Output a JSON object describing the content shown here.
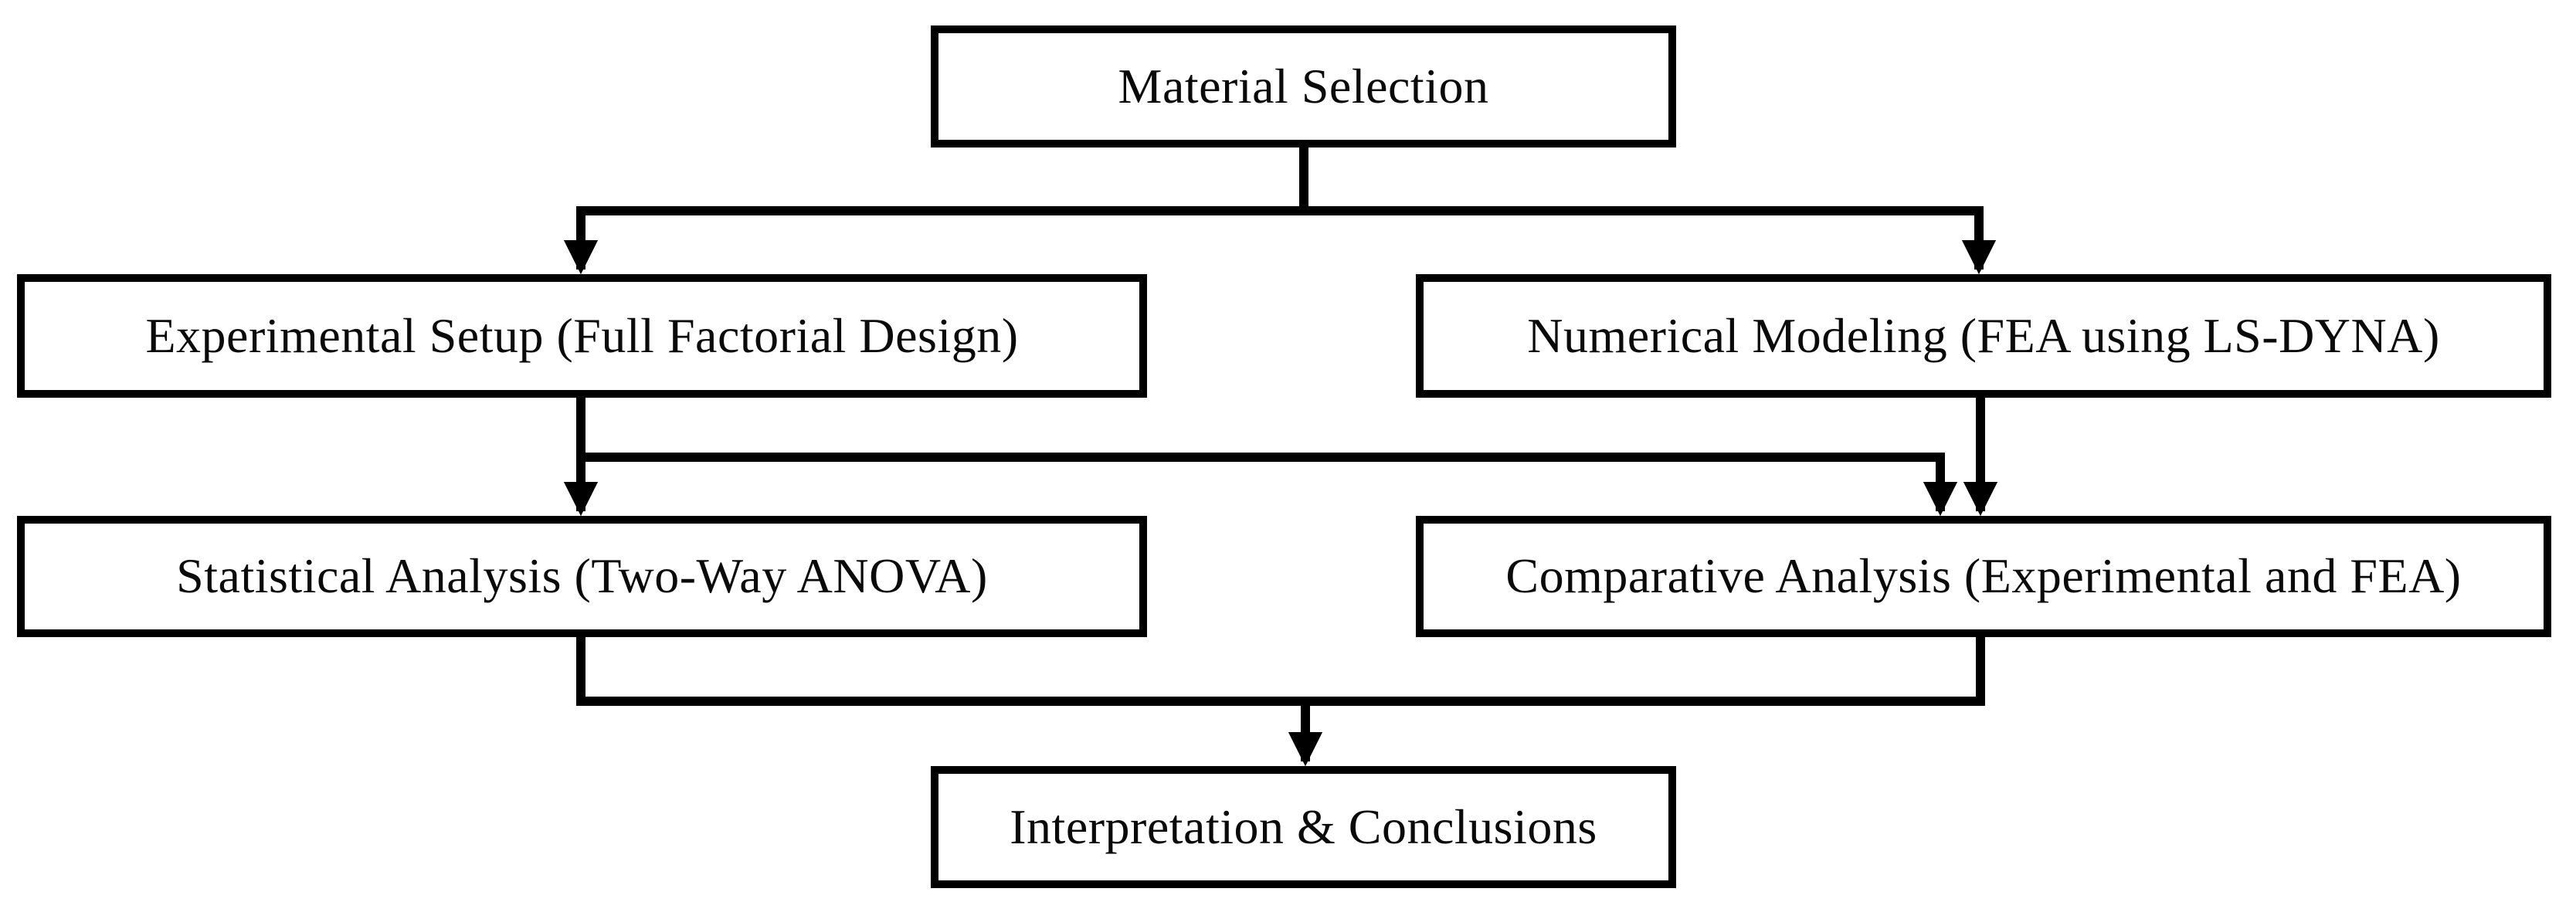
{
  "diagram_type": "flowchart",
  "colors": {
    "stroke": "#000000",
    "box_fill": "#ffffff",
    "background": "#ffffff",
    "text": "#0a0a0a"
  },
  "nodes": {
    "material_selection": {
      "label": "Material Selection"
    },
    "experimental_setup": {
      "label": "Experimental Setup (Full Factorial Design)"
    },
    "numerical_modeling": {
      "label": "Numerical Modeling (FEA using LS-DYNA)"
    },
    "statistical_analysis": {
      "label": "Statistical Analysis (Two-Way ANOVA)"
    },
    "comparative_analysis": {
      "label": "Comparative Analysis (Experimental and FEA)"
    },
    "interpretation": {
      "label": "Interpretation & Conclusions"
    }
  },
  "edges": [
    {
      "from": "material_selection",
      "to": "experimental_setup",
      "style": "elbow-arrow"
    },
    {
      "from": "material_selection",
      "to": "numerical_modeling",
      "style": "elbow-arrow"
    },
    {
      "from": "experimental_setup",
      "to": "statistical_analysis",
      "style": "straight-arrow"
    },
    {
      "from": "experimental_setup",
      "to": "comparative_analysis",
      "style": "elbow-arrow"
    },
    {
      "from": "numerical_modeling",
      "to": "comparative_analysis",
      "style": "straight-arrow"
    },
    {
      "from": "statistical_analysis",
      "to": "interpretation",
      "style": "elbow-join-arrow"
    },
    {
      "from": "comparative_analysis",
      "to": "interpretation",
      "style": "elbow-join-arrow"
    }
  ]
}
